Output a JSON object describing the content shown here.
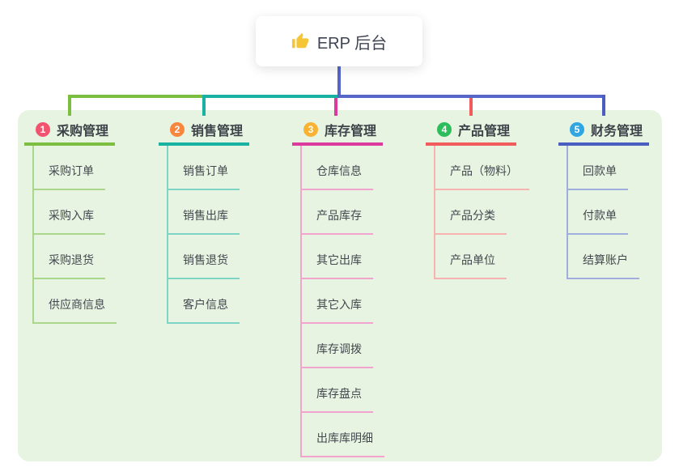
{
  "root": {
    "icon": "thumbs-up-icon",
    "label": "ERP 后台",
    "icon_color": "#F6C437"
  },
  "connectors": {
    "root_line_color": "#5565C8"
  },
  "panel": {
    "bg": "#E7F4E2"
  },
  "branches": [
    {
      "badge": "1",
      "title": "采购管理",
      "badge_color": "#F2536F",
      "line_color": "#7CBE3F",
      "child_line_color": "#ABD78C",
      "children": [
        "采购订单",
        "采购入库",
        "采购退货",
        "供应商信息"
      ]
    },
    {
      "badge": "2",
      "title": "销售管理",
      "badge_color": "#F8873D",
      "line_color": "#17B2A2",
      "child_line_color": "#7FD4C8",
      "children": [
        "销售订单",
        "销售出库",
        "销售退货",
        "客户信息"
      ]
    },
    {
      "badge": "3",
      "title": "库存管理",
      "badge_color": "#F9B233",
      "line_color": "#DC3A9D",
      "child_line_color": "#F2A3CE",
      "children": [
        "仓库信息",
        "产品库存",
        "其它出库",
        "其它入库",
        "库存调拨",
        "库存盘点",
        "出库库明细"
      ]
    },
    {
      "badge": "4",
      "title": "产品管理",
      "badge_color": "#2EBD5B",
      "line_color": "#F15B5B",
      "child_line_color": "#F8B2B0",
      "children": [
        "产品（物料）",
        "产品分类",
        "产品单位"
      ]
    },
    {
      "badge": "5",
      "title": "财务管理",
      "badge_color": "#31A6E1",
      "line_color": "#4A5EC2",
      "child_line_color": "#9FAEDC",
      "children": [
        "回款单",
        "付款单",
        "结算账户"
      ]
    }
  ]
}
